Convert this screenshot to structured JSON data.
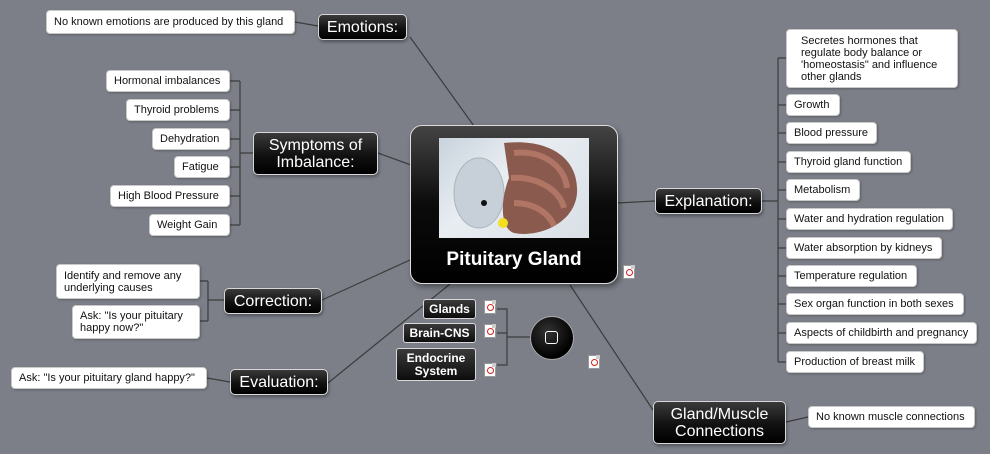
{
  "central": {
    "title": "Pituitary Gland",
    "image": "pituitary-anatomy-image"
  },
  "branches": {
    "emotions": {
      "label": "Emotions:",
      "items": [
        "No known emotions are produced by this gland"
      ]
    },
    "symptoms": {
      "label": "Symptoms of\nImbalance:",
      "items": [
        "Hormonal imbalances",
        "Thyroid problems",
        "Dehydration",
        "Fatigue",
        "High Blood Pressure",
        "Weight Gain"
      ]
    },
    "correction": {
      "label": "Correction:",
      "items": [
        "Identify and remove any\nunderlying causes",
        "Ask: \"Is your pituitary\nhappy now?\""
      ]
    },
    "evaluation": {
      "label": "Evaluation:",
      "items": [
        "Ask: \"Is your pituitary gland happy?\""
      ]
    },
    "explanation": {
      "label": "Explanation:",
      "items": [
        "Secretes hormones that\nregulate body balance or\n'homeostasis\" and influence\nother glands",
        "Growth",
        "Blood pressure",
        "Thyroid gland function",
        "Metabolism",
        "Water and hydration regulation",
        "Water absorption by kidneys",
        "Temperature regulation",
        "Sex organ function in both sexes",
        "Aspects of childbirth and pregnancy",
        "Production of breast milk"
      ]
    },
    "gland_muscle": {
      "label": "Gland/Muscle\nConnections",
      "items": [
        "No known muscle connections"
      ]
    }
  },
  "links_group": {
    "items": [
      "Glands",
      "Brain-CNS",
      "Endocrine\nSystem"
    ]
  },
  "icons": {
    "attachment": "pdf-icon",
    "button": "square-button-icon"
  },
  "colors": {
    "background": "#7c7f88",
    "topic": "#000000",
    "leaf": "#ffffff",
    "line": "#3c3c3c"
  }
}
